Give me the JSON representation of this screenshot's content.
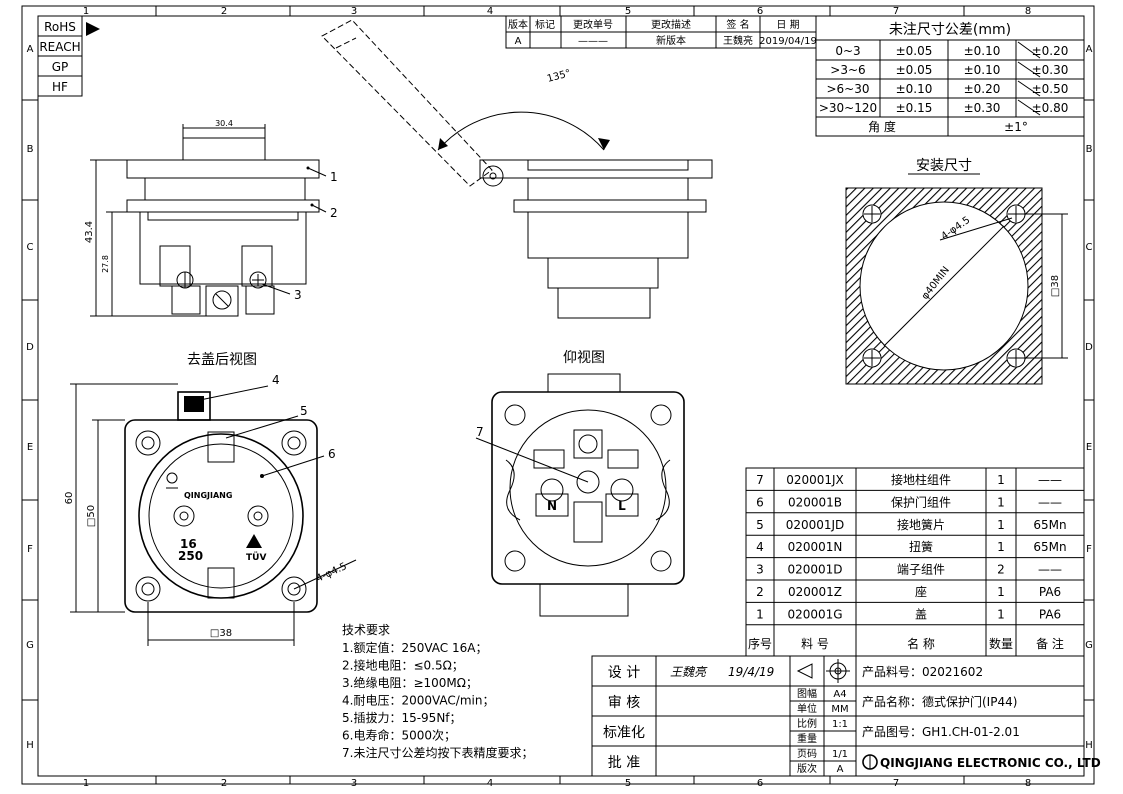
{
  "zones": {
    "columns": [
      "1",
      "2",
      "3",
      "4",
      "5",
      "6",
      "7",
      "8"
    ],
    "rows": [
      "A",
      "B",
      "C",
      "D",
      "E",
      "F",
      "G",
      "H"
    ]
  },
  "certifications": [
    "RoHS",
    "REACH",
    "GP",
    "HF"
  ],
  "revision_table": {
    "headers": [
      "版本",
      "标记",
      "更改单号",
      "更改描述",
      "签 名",
      "日 期"
    ],
    "row": [
      "A",
      "",
      "———",
      "新版本",
      "王魏亮",
      "2019/04/19"
    ]
  },
  "tolerance_table": {
    "title": "未注尺寸公差(mm)",
    "rows": [
      [
        "0~3",
        "±0.05",
        "±0.10",
        "±0.20"
      ],
      [
        ">3~6",
        "±0.05",
        "±0.10",
        "±0.30"
      ],
      [
        ">6~30",
        "±0.10",
        "±0.20",
        "±0.50"
      ],
      [
        ">30~120",
        "±0.15",
        "±0.30",
        "±0.80"
      ]
    ],
    "angle_label": "角  度",
    "angle_value": "±1°"
  },
  "views": {
    "rear_view_title": "去盖后视图",
    "bottom_view_title": "仰视图",
    "mounting_title": "安装尺寸"
  },
  "dimensions": {
    "width_top": "30.4",
    "height_total": "43.4",
    "height_inner": "27.8",
    "open_angle": "135°",
    "mount_holes": "4-φ4.5",
    "cutout_dia": "φ40MIN",
    "mount_square": "□38",
    "body_height": "60",
    "body_square": "□50",
    "base_square": "□38",
    "holes_rear": "4-φ4.5"
  },
  "callouts": [
    "1",
    "2",
    "3",
    "4",
    "5",
    "6",
    "7"
  ],
  "face_marks": {
    "brand": "QINGJIANG",
    "rating_a": "16",
    "rating_v": "250",
    "tuv": "TÜV",
    "pin_n": "N",
    "pin_l": "L"
  },
  "technical": {
    "title": "技术要求",
    "lines": [
      "1.额定值：250VAC 16A；",
      "2.接地电阻：≤0.5Ω；",
      "3.绝缘电阻：≥100MΩ；",
      "4.耐电压：2000VAC/min；",
      "5.插拔力：15-95Nf；",
      "6.电寿命：5000次；",
      "7.未注尺寸公差均按下表精度要求；"
    ]
  },
  "bom": {
    "rows": [
      [
        "7",
        "020001JX",
        "接地柱组件",
        "1",
        "——"
      ],
      [
        "6",
        "020001B",
        "保护门组件",
        "1",
        "——"
      ],
      [
        "5",
        "020001JD",
        "接地簧片",
        "1",
        "65Mn"
      ],
      [
        "4",
        "020001N",
        "扭簧",
        "1",
        "65Mn"
      ],
      [
        "3",
        "020001D",
        "端子组件",
        "2",
        "——"
      ],
      [
        "2",
        "020001Z",
        "座",
        "1",
        "PA6"
      ],
      [
        "1",
        "020001G",
        "盖",
        "1",
        "PA6"
      ]
    ],
    "headers": [
      "序号",
      "料  号",
      "名  称",
      "数量",
      "备  注"
    ]
  },
  "title_block": {
    "roles": [
      "设  计",
      "审  核",
      "标准化",
      "批  准"
    ],
    "designer": "王魏亮",
    "design_date": "19/4/19",
    "small_labels": [
      "图幅",
      "单位",
      "比例",
      "重量",
      "页码",
      "版次"
    ],
    "small_values": [
      "A4",
      "MM",
      "1:1",
      "",
      "1/1",
      "A"
    ],
    "part_no": "产品料号：02021602",
    "part_name": "产品名称：德式保护门(IP44)",
    "drawing_no": "产品图号：GH1.CH-01-2.01",
    "company": "QINGJIANG ELECTRONIC CO., LTD"
  }
}
